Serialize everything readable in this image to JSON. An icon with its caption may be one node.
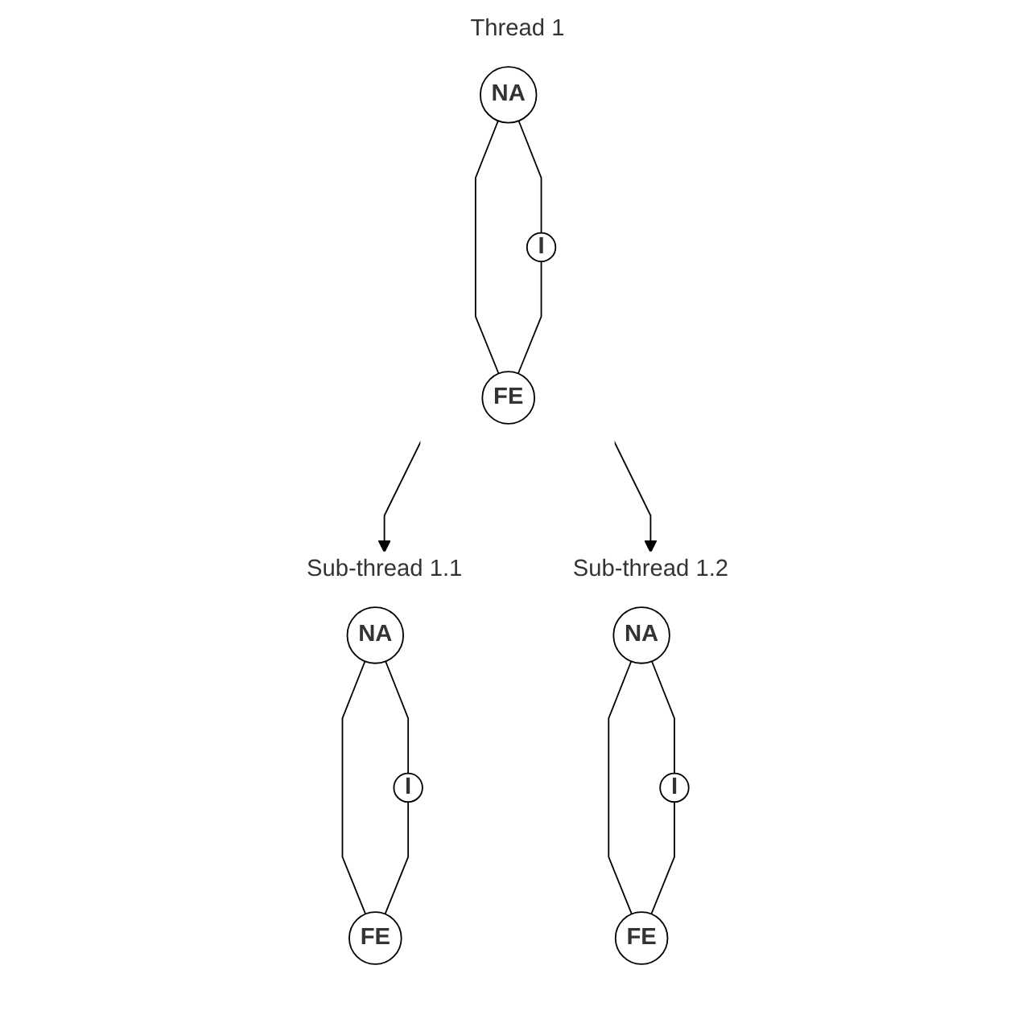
{
  "diagram": {
    "nodes": [
      {
        "text": [
          "Thread 1"
        ]
      },
      {
        "text": [
          "NA"
        ],
        "in": 0
      },
      {
        "text": [
          "I"
        ],
        "in": 0
      },
      {
        "text": [
          "FE"
        ],
        "in": 0
      },
      {
        "text": [
          "Sub-thread 1.1"
        ]
      },
      {
        "text": [
          "NA"
        ],
        "in": 4
      },
      {
        "text": [
          "I"
        ],
        "in": 4
      },
      {
        "text": [
          "FE"
        ],
        "in": 4
      },
      {
        "text": [
          "Sub-thread 1.2"
        ]
      },
      {
        "text": [
          "NA"
        ],
        "in": 8
      },
      {
        "text": [
          "I"
        ],
        "in": 8
      },
      {
        "text": [
          "FE"
        ],
        "in": 8
      }
    ],
    "edges": [
      {
        "from": 1,
        "to": 2,
        "arrow": "none"
      },
      {
        "from": 1,
        "to": 3,
        "arrow": "none"
      },
      {
        "from": 2,
        "to": 3,
        "arrow": "none"
      },
      {
        "from": 5,
        "to": 6,
        "arrow": "none"
      },
      {
        "from": 5,
        "to": 7,
        "arrow": "none"
      },
      {
        "from": 6,
        "to": 7,
        "arrow": "none"
      },
      {
        "from": 9,
        "to": 10,
        "arrow": "none"
      },
      {
        "from": 9,
        "to": 11,
        "arrow": "none"
      },
      {
        "from": 10,
        "to": 11,
        "arrow": "none"
      },
      {
        "from": 0,
        "to": 4,
        "arrow": "to"
      },
      {
        "from": 0,
        "to": 8,
        "arrow": "to"
      }
    ]
  }
}
